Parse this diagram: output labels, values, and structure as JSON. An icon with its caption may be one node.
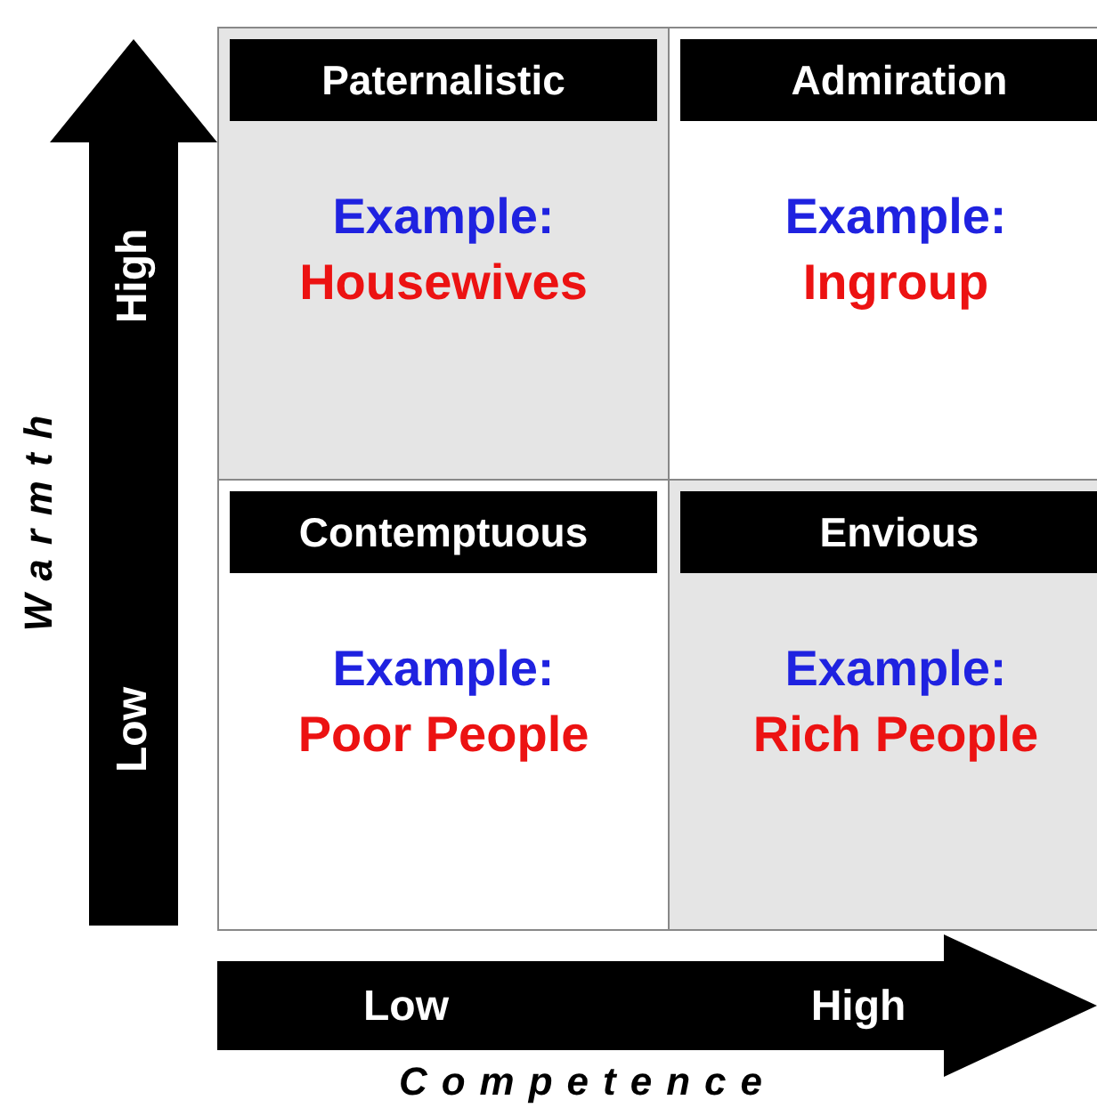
{
  "diagram": {
    "nodes": [
      {
        "text": [
          "Paternalistic",
          "Example:",
          "Housewives"
        ]
      },
      {
        "text": [
          "Admiration",
          "Example:",
          "Ingroup"
        ]
      },
      {
        "text": [
          "Contemptuous",
          "Example:",
          "Poor People"
        ]
      },
      {
        "text": [
          "Envious",
          "Example:",
          "Rich People"
        ]
      }
    ],
    "edges": [],
    "labels": [
      "High",
      "Low",
      "Warmth",
      "Low",
      "High",
      "Competence"
    ]
  }
}
